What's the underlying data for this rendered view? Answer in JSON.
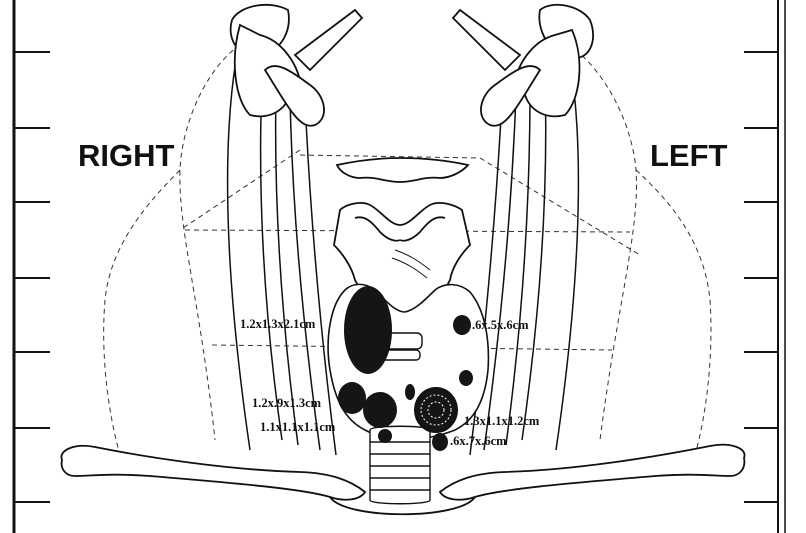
{
  "orientation": {
    "right_label": "RIGHT",
    "left_label": "LEFT"
  },
  "nodules": [
    {
      "id": "right-upper",
      "label": "1.2x1.3x2.1cm"
    },
    {
      "id": "left-upper",
      "label": ".6x.5x.6cm"
    },
    {
      "id": "right-lower-1",
      "label": "1.2x.9x1.3cm"
    },
    {
      "id": "right-lower-2",
      "label": "1.1x1.1x1.1cm"
    },
    {
      "id": "left-lower-1",
      "label": "1.3x1.1x1.2cm"
    },
    {
      "id": "left-lower-2",
      "label": ".6x.7x.6cm"
    }
  ],
  "colors": {
    "ink": "#111111",
    "paper": "#ffffff",
    "nodule": "#151515"
  }
}
